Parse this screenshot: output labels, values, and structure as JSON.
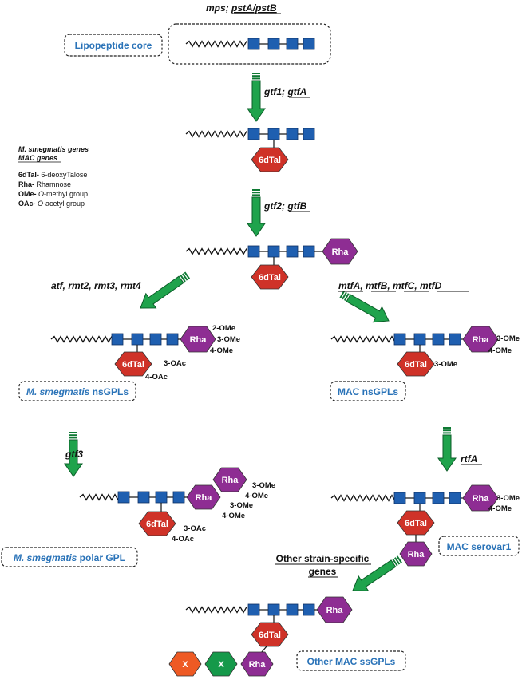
{
  "colors": {
    "peptide": "#1f5fb0",
    "dtal": "#cf3228",
    "rha": "#8e2d93",
    "sugarX_orange": "#ee5a24",
    "sugarX_green": "#15994a",
    "arrow": "#1fa34c",
    "label_blue": "#2a73b8"
  },
  "title_genes": {
    "a": "mps",
    "b": "pstA/pstB"
  },
  "boxes": {
    "core": "Lipopeptide core",
    "smeg_ns_a": "M. smegmatis",
    "smeg_ns_b": " nsGPLs",
    "mac_ns": "MAC nsGPLs",
    "smeg_polar_a": "M. smegmatis",
    "smeg_polar_b": " polar GPL",
    "mac_serovar": "MAC serovar1",
    "other_mac": "Other MAC ssGPLs"
  },
  "legend": {
    "smeg_genes": "M. smegmatis genes",
    "mac_genes": "MAC genes",
    "items": [
      {
        "key": "6dTal-",
        "text": " 6-deoxyTalose"
      },
      {
        "key": "Rha-",
        "text": " Rhamnose"
      },
      {
        "key": "OMe-",
        "text_i": " O",
        "text": "-methyl group"
      },
      {
        "key": "OAc-",
        "text_i": " O",
        "text": "-acetyl group"
      }
    ]
  },
  "arrows": {
    "gtf1_a": "gtf1",
    "gtf1_sep": "; ",
    "gtf1_b": "gtfA",
    "gtf2_a": "gtf2",
    "gtf2_sep": "; ",
    "gtf2_b": "gtfB",
    "atf": "atf, rmt2, rmt3, rmt4",
    "mtf": [
      "mtfA",
      "mtfB",
      "mtfC",
      "mtfD"
    ],
    "gtf3": "gtf3",
    "rtfA": "rtfA",
    "other_genes_1": "Other strain-specific",
    "other_genes_2": "genes"
  },
  "sugars": {
    "dtal": "6dTal",
    "rha": "Rha",
    "x": "X"
  },
  "substituents": {
    "ome2": "2-OMe",
    "ome3": "3-OMe",
    "ome4": "4-OMe",
    "oac3": "3-OAc",
    "oac4": "4-OAc"
  }
}
